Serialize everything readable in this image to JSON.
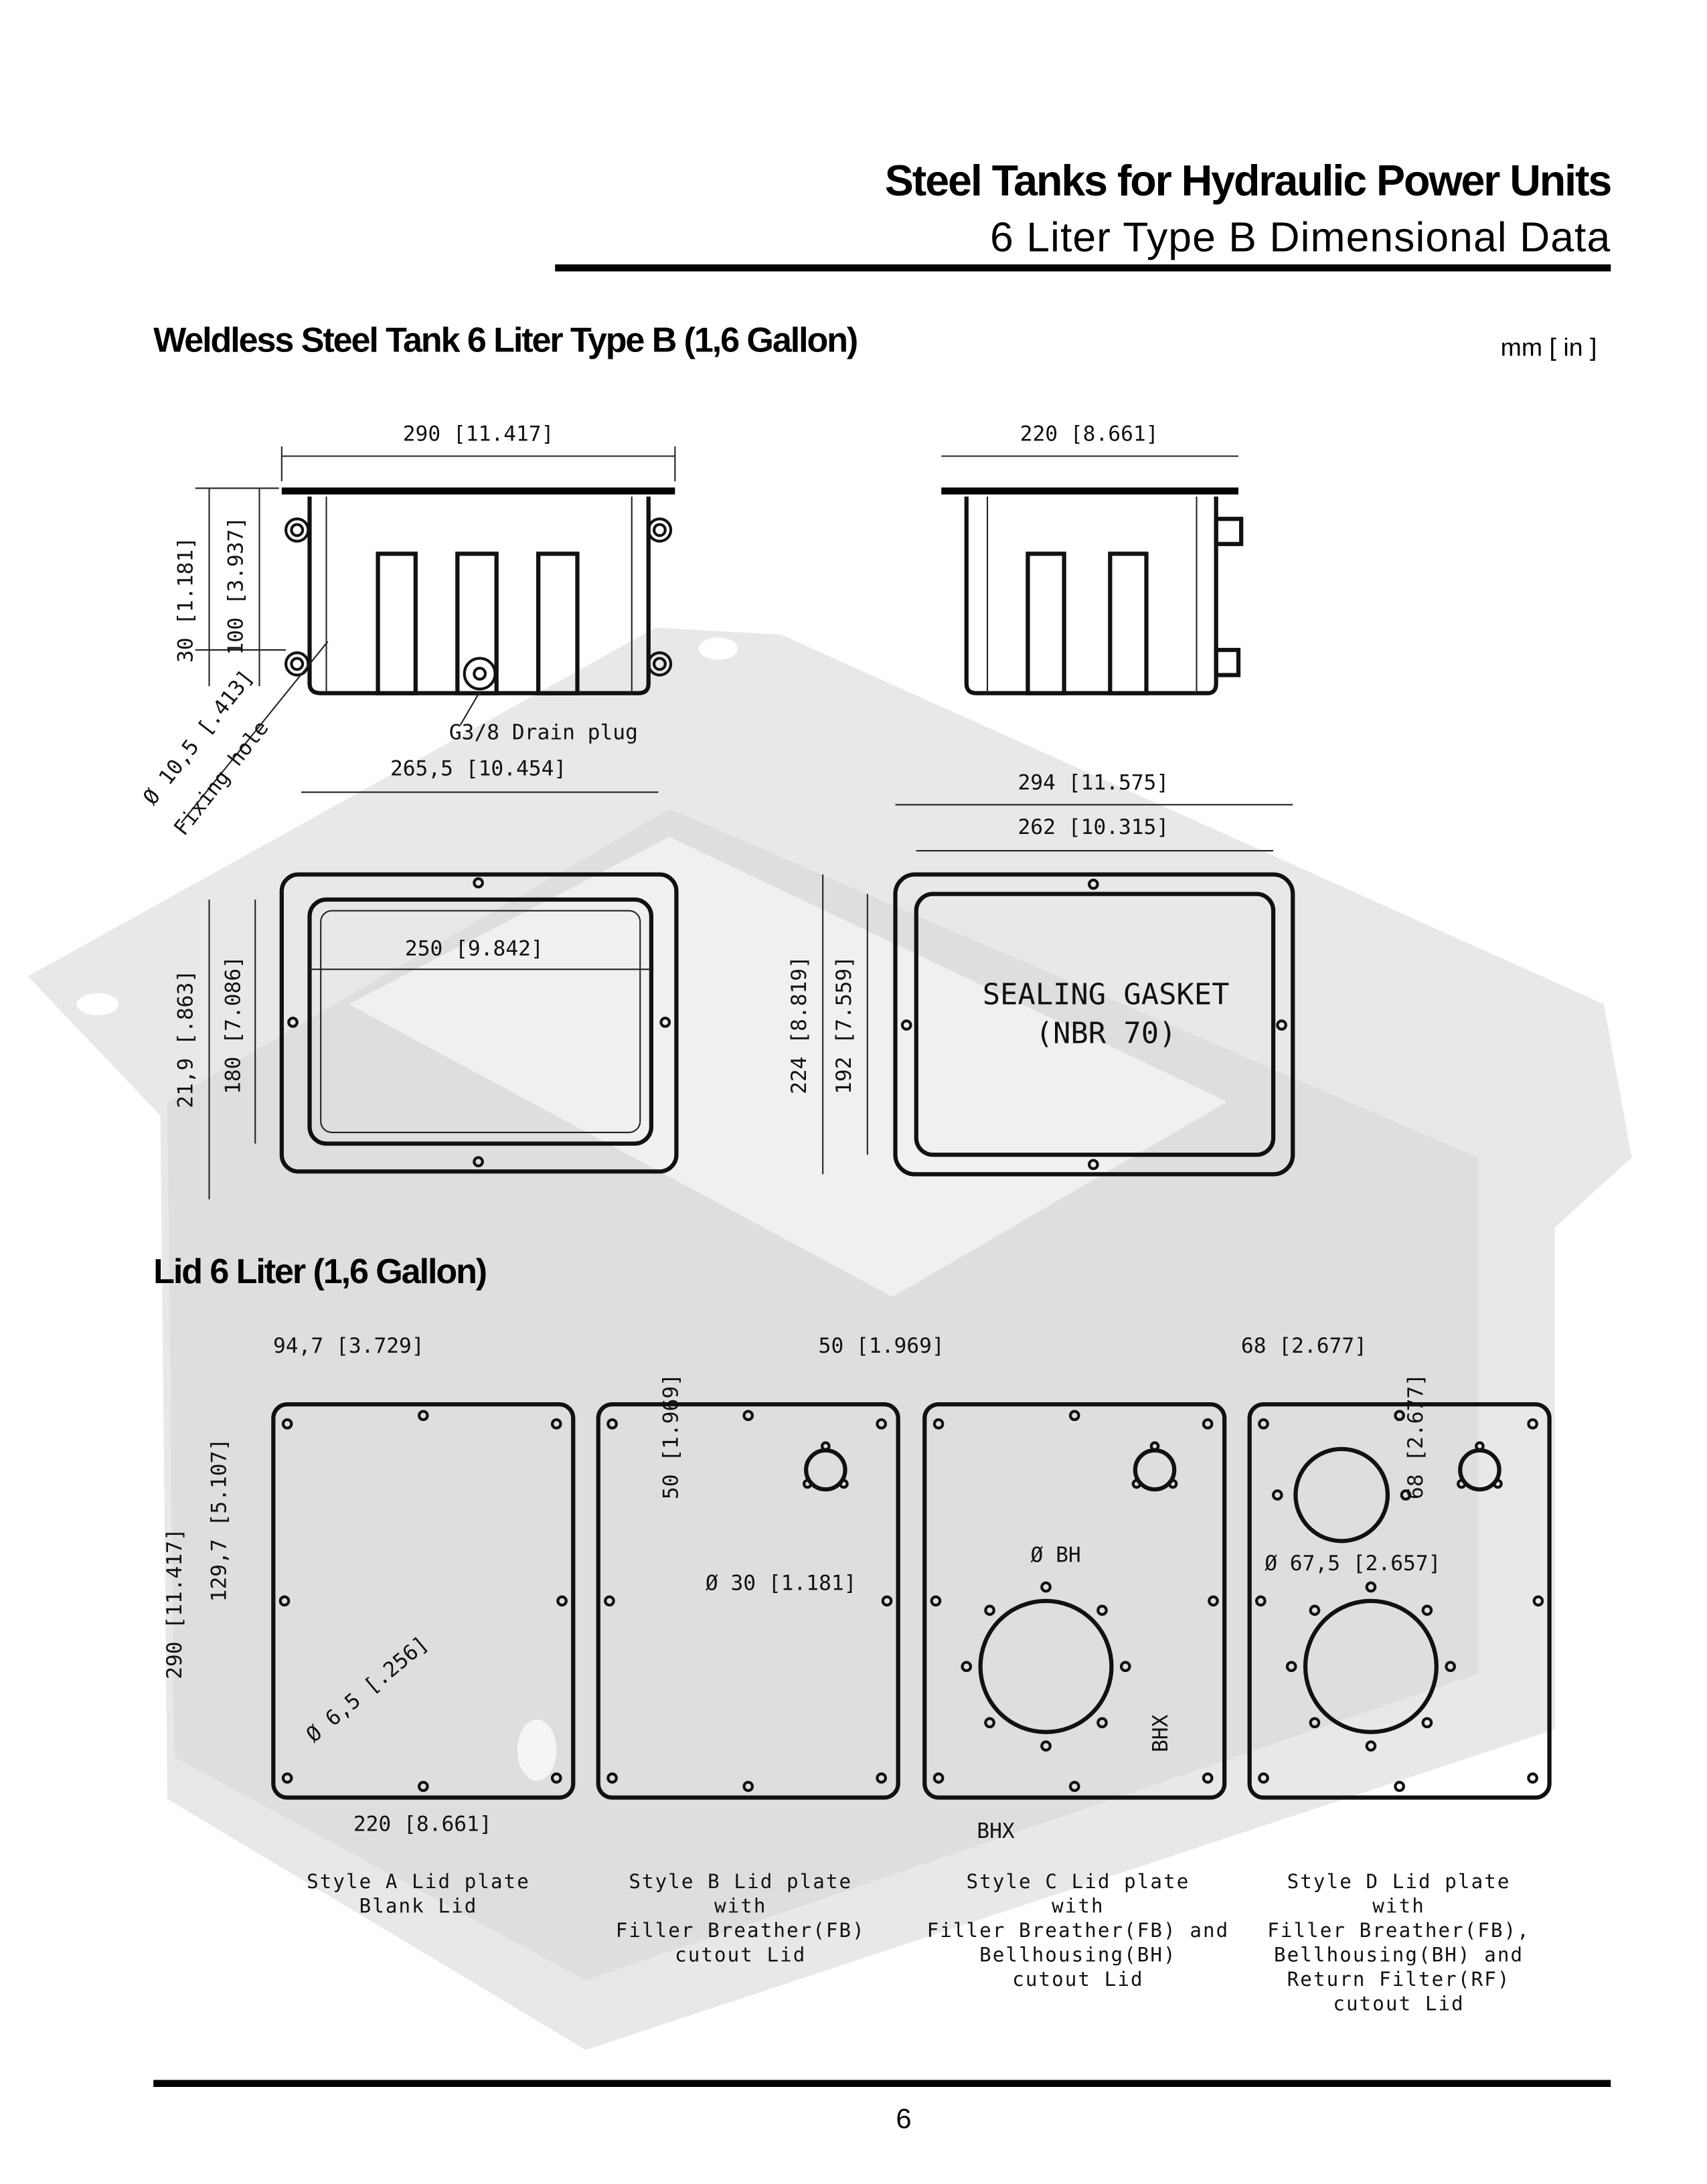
{
  "header": {
    "title": "Steel Tanks for Hydraulic Power Units",
    "subtitle": "6 Liter Type B Dimensional Data"
  },
  "tank_section": {
    "heading": "Weldless Steel Tank 6 Liter Type B  (1,6 Gallon)",
    "units": "mm [ in ]",
    "front_view": {
      "width_dim": "290 [11.417]",
      "height_30": "30 [1.181]",
      "height_100": "100 [3.937]",
      "fixing_hole_dia": "Ø 10,5 [.413]",
      "fixing_hole_label": "Fixing hole",
      "drain_plug": "G3/8 Drain plug",
      "hole_spacing": "265,5 [10.454]"
    },
    "side_view": {
      "width_dim": "220 [8.661]"
    },
    "top_view": {
      "inner_width": "250 [9.842]",
      "offset": "21,9 [.863]",
      "inner_depth": "180 [7.086]"
    },
    "gasket": {
      "outer_width": "294 [11.575]",
      "inner_width": "262 [10.315]",
      "outer_height": "224 [8.819]",
      "inner_height": "192 [7.559]",
      "label_line1": "SEALING GASKET",
      "label_line2": "(NBR 70)"
    }
  },
  "lid_section": {
    "heading": "Lid 6 Liter (1,6 Gallon)",
    "dims": {
      "a_hole_offset": "94,7 [3.729]",
      "a_height_1297": "129,7 [5.107]",
      "a_height_290": "290 [11.417]",
      "a_hole_dia": "Ø 6,5 [.256]",
      "a_width": "220 [8.661]",
      "b_fb_x": "50 [1.969]",
      "b_fb_y": "50 [1.969]",
      "b_fb_dia": "Ø 30 [1.181]",
      "c_bh_dia": "Ø BH",
      "c_bhx_h": "BHX",
      "c_bhx_v": "BHX",
      "d_rf_x": "68 [2.677]",
      "d_rf_y": "68 [2.677]",
      "d_rf_dia": "Ø 67,5 [2.657]"
    },
    "styles": [
      {
        "lines": [
          "Style A Lid plate",
          "Blank Lid"
        ]
      },
      {
        "lines": [
          "Style B Lid plate",
          "with",
          "Filler Breather(FB)",
          "cutout Lid"
        ]
      },
      {
        "lines": [
          "Style C Lid plate",
          "with",
          "Filler Breather(FB) and",
          "Bellhousing(BH)",
          "cutout Lid"
        ]
      },
      {
        "lines": [
          "Style D Lid plate",
          "with",
          "Filler Breather(FB),",
          "Bellhousing(BH) and",
          "Return Filter(RF)",
          "cutout Lid"
        ]
      }
    ]
  },
  "footer": {
    "page_number": "6"
  }
}
